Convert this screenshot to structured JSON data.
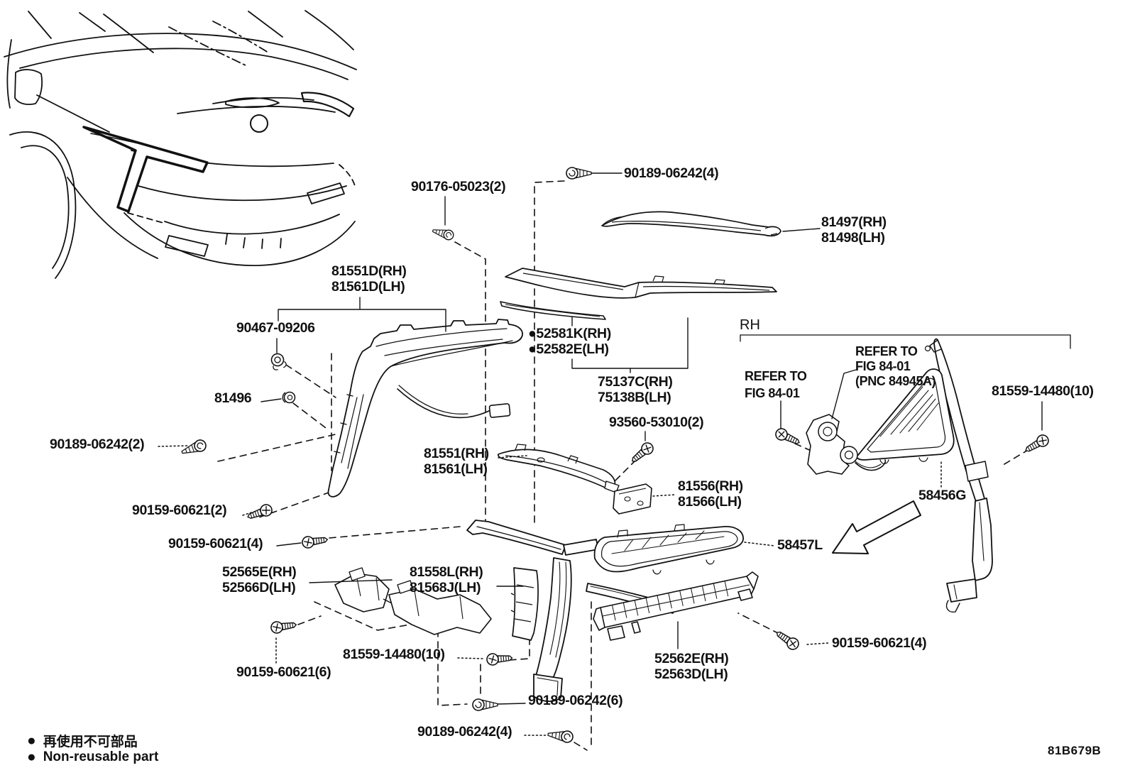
{
  "region": "RH",
  "code": "81B679B",
  "legend": {
    "marker": "●",
    "jp": "再使用不可部品",
    "en": "Non-reusable part"
  },
  "refer_left": {
    "line1": "REFER TO",
    "line2": "FIG 84-01"
  },
  "refer_right": {
    "line1": "REFER TO",
    "line2": "FIG 84-01",
    "line3": "(PNC 84945A)"
  },
  "parts": {
    "fastener_90176": "90176-05023(2)",
    "clip_top": "90189-06242(4)",
    "garnish_outer": {
      "l1": "81497(RH)",
      "l2": "81498(LH)"
    },
    "lamp_unit": {
      "l1": "81551D(RH)",
      "l2": "81561D(LH)"
    },
    "grommet_90467": "90467-09206",
    "grommet_81496": "81496",
    "strip_52581": {
      "l1": "●52581K(RH)",
      "l2": "●52582E(LH)"
    },
    "garnish_75137": {
      "l1": "75137C(RH)",
      "l2": "75138B(LH)"
    },
    "clip_left": "90189-06242(2)",
    "bolt_93560": "93560-53010(2)",
    "bracket_81551": {
      "l1": "81551(RH)",
      "l2": "81561(LH)"
    },
    "plate_81556": {
      "l1": "81556(RH)",
      "l2": "81566(LH)"
    },
    "screw_left2": "90159-60621(2)",
    "screw_left4": "90159-60621(4)",
    "lamp_58457": "58457L",
    "panel_58456": "58456G",
    "screw_81559_right": "81559-14480(10)",
    "bracket_52565": {
      "l1": "52565E(RH)",
      "l2": "52566D(LH)"
    },
    "bracket_81558": {
      "l1": "81558L(RH)",
      "l2": "81568J(LH)"
    },
    "screw_81559_bottom": "81559-14480(10)",
    "retainer_52562": {
      "l1": "52562E(RH)",
      "l2": "52563D(LH)"
    },
    "screw_right4": "90159-60621(4)",
    "screw_left6": "90159-60621(6)",
    "clip_bottom6": "90189-06242(6)",
    "clip_bottom4": "90189-06242(4)"
  }
}
